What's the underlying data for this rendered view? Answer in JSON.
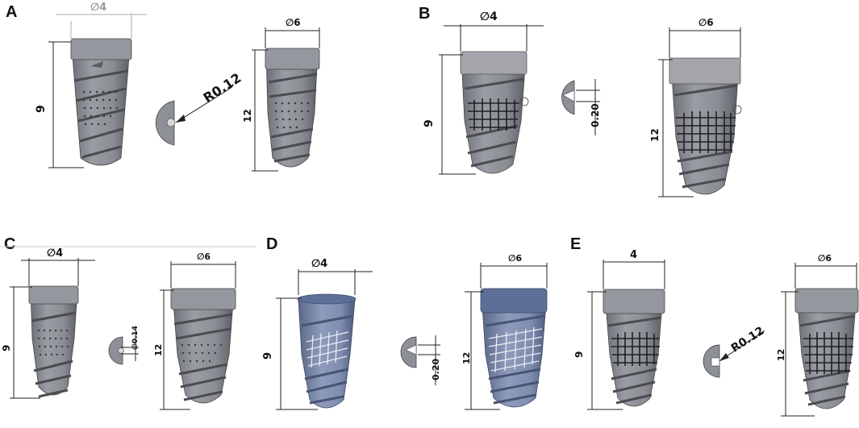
{
  "panels": [
    {
      "id": "A",
      "label": "A"
    },
    {
      "id": "B",
      "label": "B"
    },
    {
      "id": "C",
      "label": "C"
    },
    {
      "id": "D",
      "label": "D"
    },
    {
      "id": "E",
      "label": "E"
    }
  ],
  "dims": {
    "A": {
      "d_small": "∅4",
      "h_small": "9",
      "r": "R0.12",
      "d_large": "∅6",
      "h_large": "12"
    },
    "B": {
      "d_small": "∅4",
      "h_small": "9",
      "depth": "0.20",
      "d_large": "∅6",
      "h_large": "12"
    },
    "C": {
      "d_small": "∅4",
      "h_small": "9",
      "depth": "∅0.14",
      "d_large": "∅6",
      "h_large": "12"
    },
    "D": {
      "d_small": "∅4",
      "h_small": "9",
      "depth": "0.20",
      "d_large": "∅6",
      "h_large": "12"
    },
    "E": {
      "d_small": "4",
      "h_small": "9",
      "r": "R0.12",
      "d_large": "∅6",
      "h_large": "12"
    }
  },
  "colors": {
    "body": "#8e9097",
    "body_dark": "#5f6168",
    "cap": "#9a9ca3",
    "blue_body": "#7c8aa8",
    "blue_cap": "#5d6f96",
    "line": "#222222"
  }
}
